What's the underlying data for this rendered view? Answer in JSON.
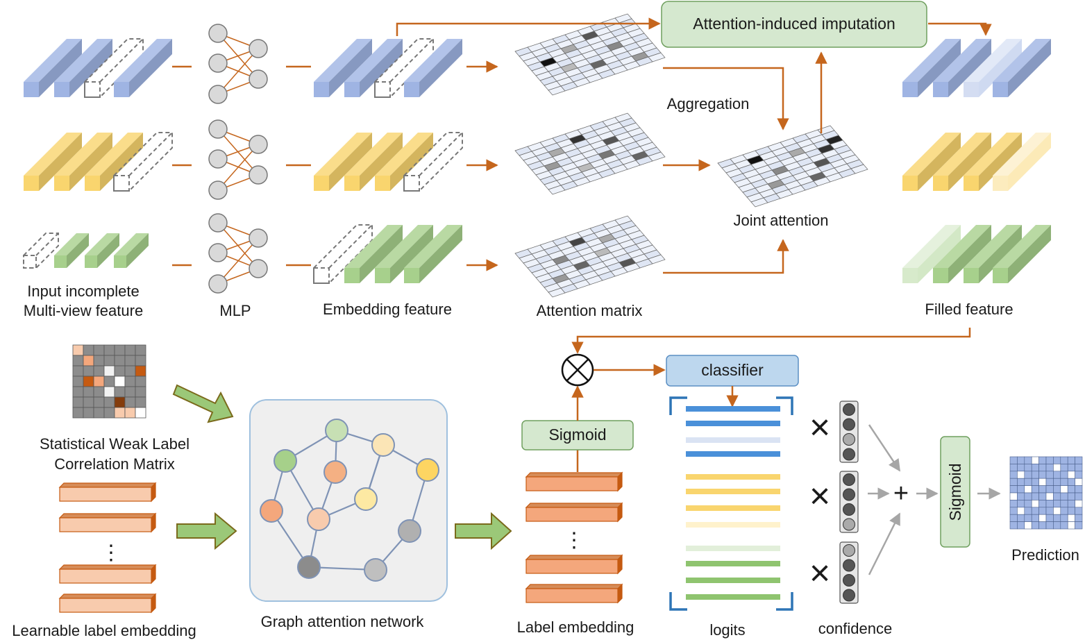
{
  "labels": {
    "input_line1": "Input incomplete",
    "input_line2": "Multi-view feature",
    "mlp": "MLP",
    "embedding_feature": "Embedding feature",
    "attention_matrix": "Attention matrix",
    "aggregation": "Aggregation",
    "joint_attention": "Joint attention",
    "filled_feature": "Filled feature",
    "imputation_box": "Attention-induced imputation",
    "weak_label_line1": "Statistical Weak Label",
    "weak_label_line2": "Correlation Matrix",
    "learnable_label_embedding": "Learnable label embedding",
    "graph_attention_network": "Graph attention network",
    "label_embedding": "Label embedding",
    "sigmoid": "Sigmoid",
    "classifier": "classifier",
    "logits": "logits",
    "confidence": "confidence",
    "sigmoid_vertical": "Sigmoid",
    "prediction": "Prediction",
    "multiply_symbol": "×",
    "plus_symbol": "+",
    "ellipsis": "⋮"
  },
  "colors": {
    "arrow": "#c5661d",
    "view_blue": "#9fb4e3",
    "view_yellow": "#f9d56e",
    "view_green": "#a7d08c",
    "green_box": "#d5e8cf",
    "blue_box": "#bdd7ee",
    "label_orange": "#f4a77c",
    "label_light_orange": "#f8cbad",
    "gray_arrow": "#a6a6a6",
    "big_arrow_fill": "#9bc878",
    "big_arrow_stroke": "#7a6a1b"
  }
}
